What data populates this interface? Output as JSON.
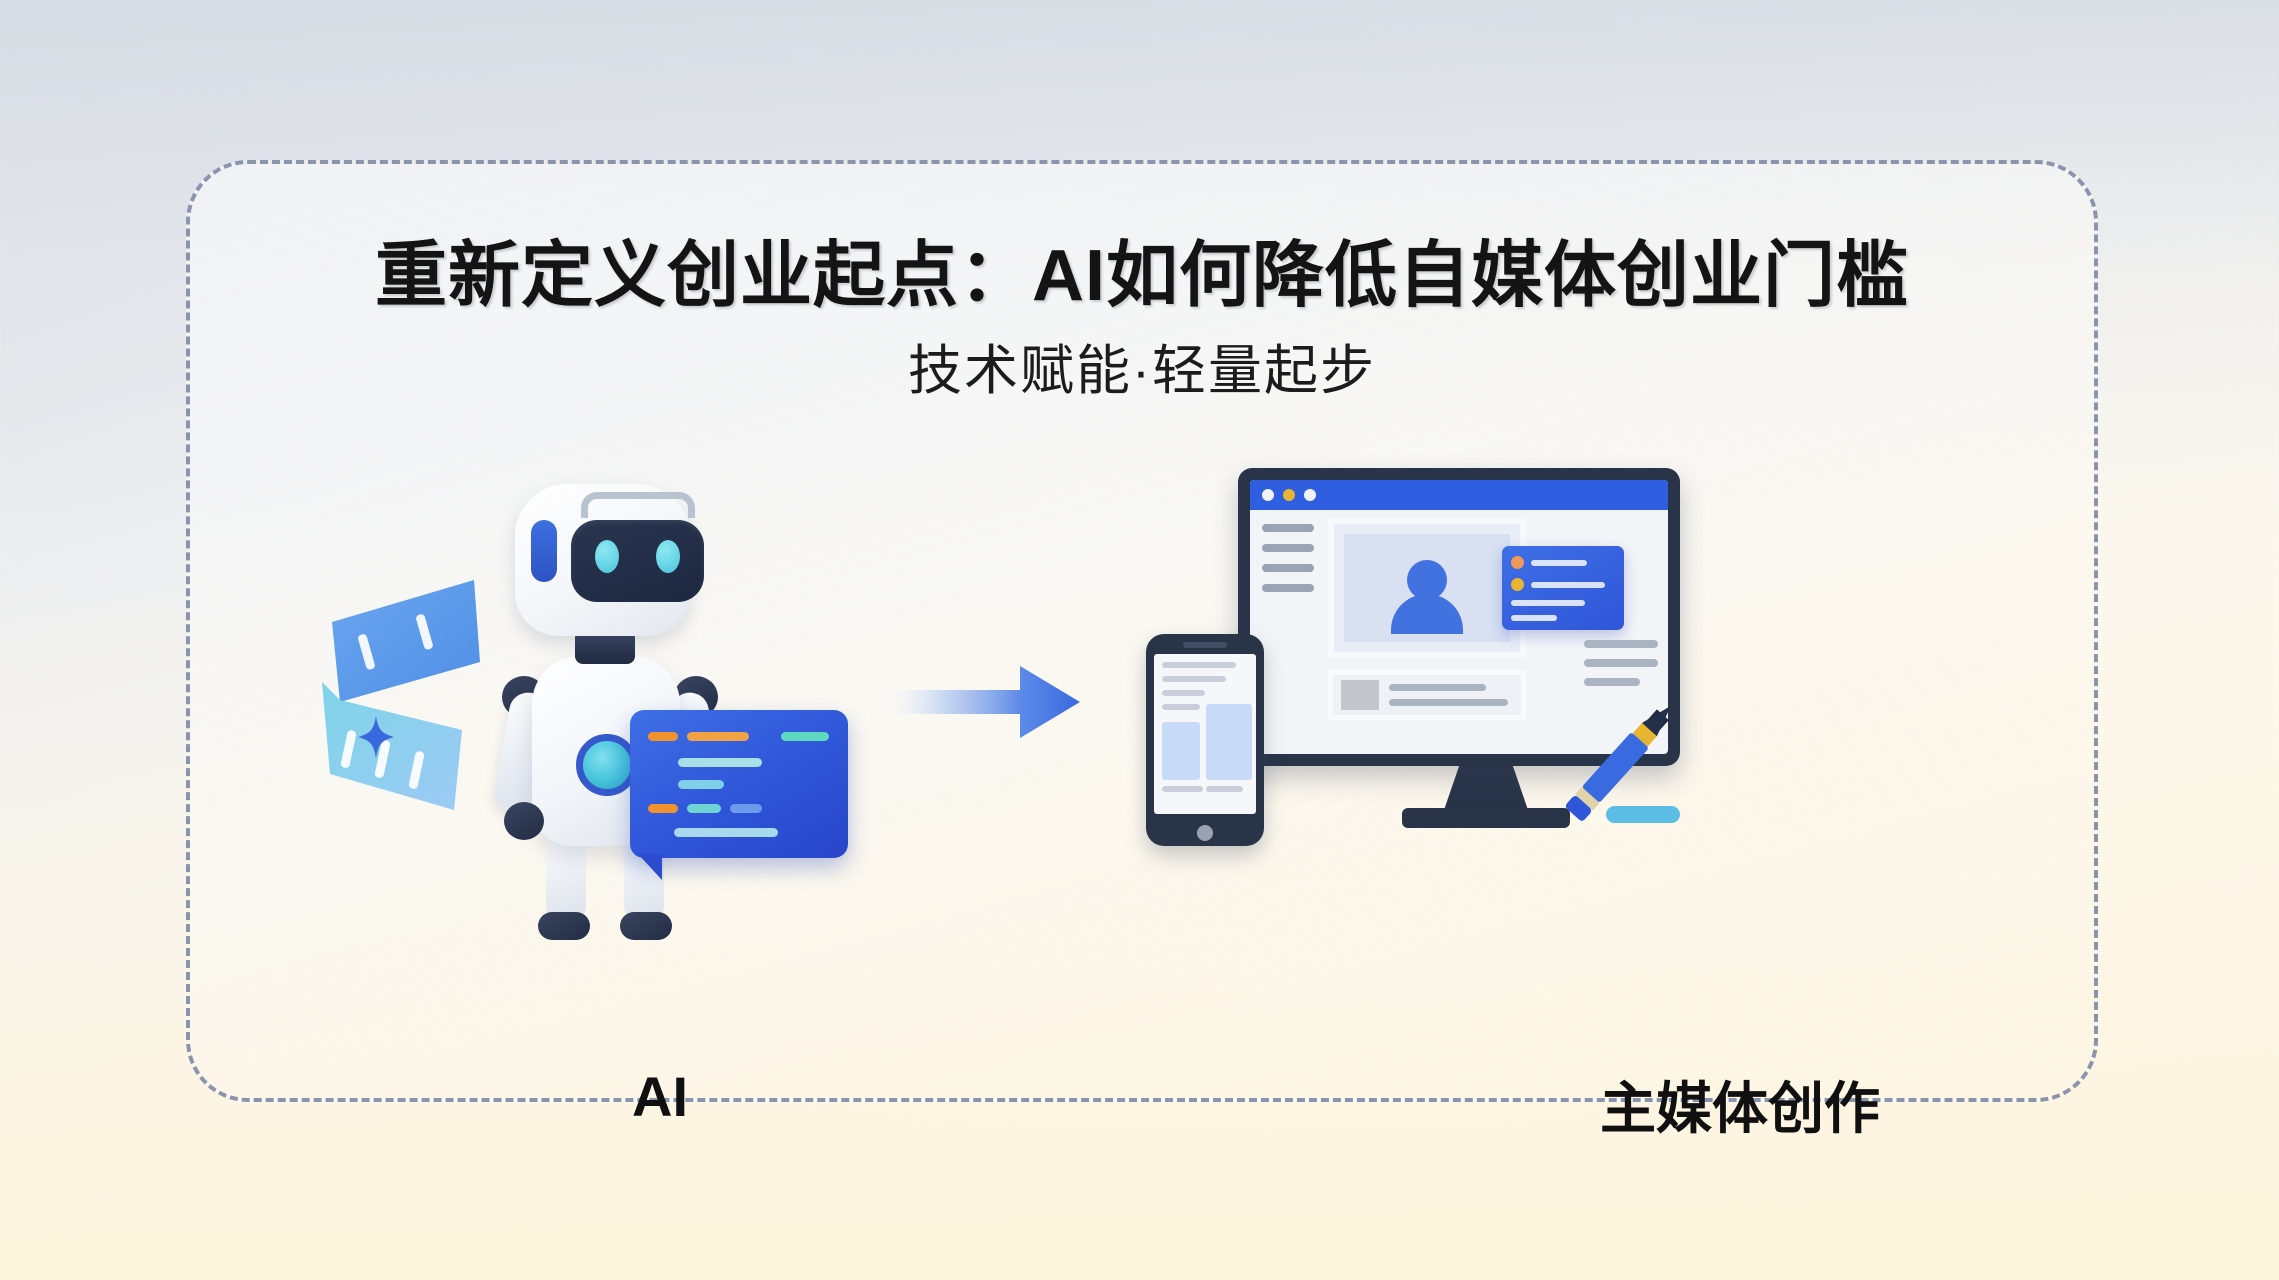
{
  "slide": {
    "title": "重新定义创业起点：AI如何降低自媒体创业门槛",
    "subtitle": "技术赋能·轻量起步",
    "left_caption": "AI",
    "right_caption": "主媒体创作"
  },
  "illustration": {
    "left_icon_name": "ai-robot-illustration",
    "right_icon_name": "self-media-devices-illustration",
    "arrow_name": "transition-arrow",
    "film_strip_name": "film-strip-ribbon",
    "code_panel_name": "code-speech-bubble",
    "sparkle_name": "sparkle-star"
  },
  "colors": {
    "accent_blue": "#2f55d8",
    "bright_blue": "#3f6fe6",
    "light_blue": "#8fc4f0",
    "cyan": "#5bbde4",
    "teal": "#49c5dc",
    "orange": "#f0932f",
    "yellow": "#e8b530",
    "dark_navy": "#2a3449",
    "border_dashed": "#8b94ad",
    "bg_cool": "#dcdfe6",
    "bg_warm": "#fdf6e4",
    "text_dark": "#141414"
  }
}
